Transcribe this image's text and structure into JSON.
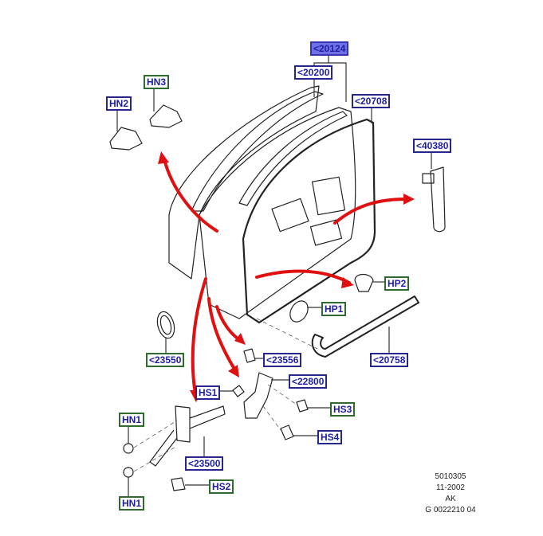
{
  "diagram": {
    "type": "exploded-parts-illustration",
    "subject": "Front door assembly",
    "callouts": {
      "c20124": {
        "label": "<20124",
        "style": "highlighted"
      },
      "c20200": {
        "label": "<20200",
        "style": "blue"
      },
      "c20708": {
        "label": "<20708",
        "style": "blue"
      },
      "c40380": {
        "label": "<40380",
        "style": "blue"
      },
      "hn3": {
        "label": "HN3",
        "style": "green"
      },
      "hn2": {
        "label": "HN2",
        "style": "blue"
      },
      "hp2": {
        "label": "HP2",
        "style": "green"
      },
      "hp1": {
        "label": "HP1",
        "style": "green"
      },
      "c23550": {
        "label": "<23550",
        "style": "green"
      },
      "c23556": {
        "label": "<23556",
        "style": "blue"
      },
      "c22800": {
        "label": "<22800",
        "style": "blue"
      },
      "c20758": {
        "label": "<20758",
        "style": "blue"
      },
      "hs1": {
        "label": "HS1",
        "style": "blue"
      },
      "hs3": {
        "label": "HS3",
        "style": "green"
      },
      "hs4": {
        "label": "HS4",
        "style": "blue"
      },
      "hn1a": {
        "label": "HN1",
        "style": "green"
      },
      "hn1b": {
        "label": "HN1",
        "style": "green"
      },
      "c23500": {
        "label": "<23500",
        "style": "blue"
      },
      "hs2": {
        "label": "HS2",
        "style": "green"
      }
    },
    "reference": {
      "line1": "5010305",
      "line2": "11-2002",
      "line3": "AK",
      "line4": "G 0022210 04"
    },
    "colors": {
      "arrow": "#e01010",
      "outline": "#222222",
      "callout_blue_border": "#26268c",
      "callout_green_border": "#2f6b2f",
      "callout_text": "#1d1da8",
      "callout_highlight_fill": "#6f6fe8"
    }
  }
}
